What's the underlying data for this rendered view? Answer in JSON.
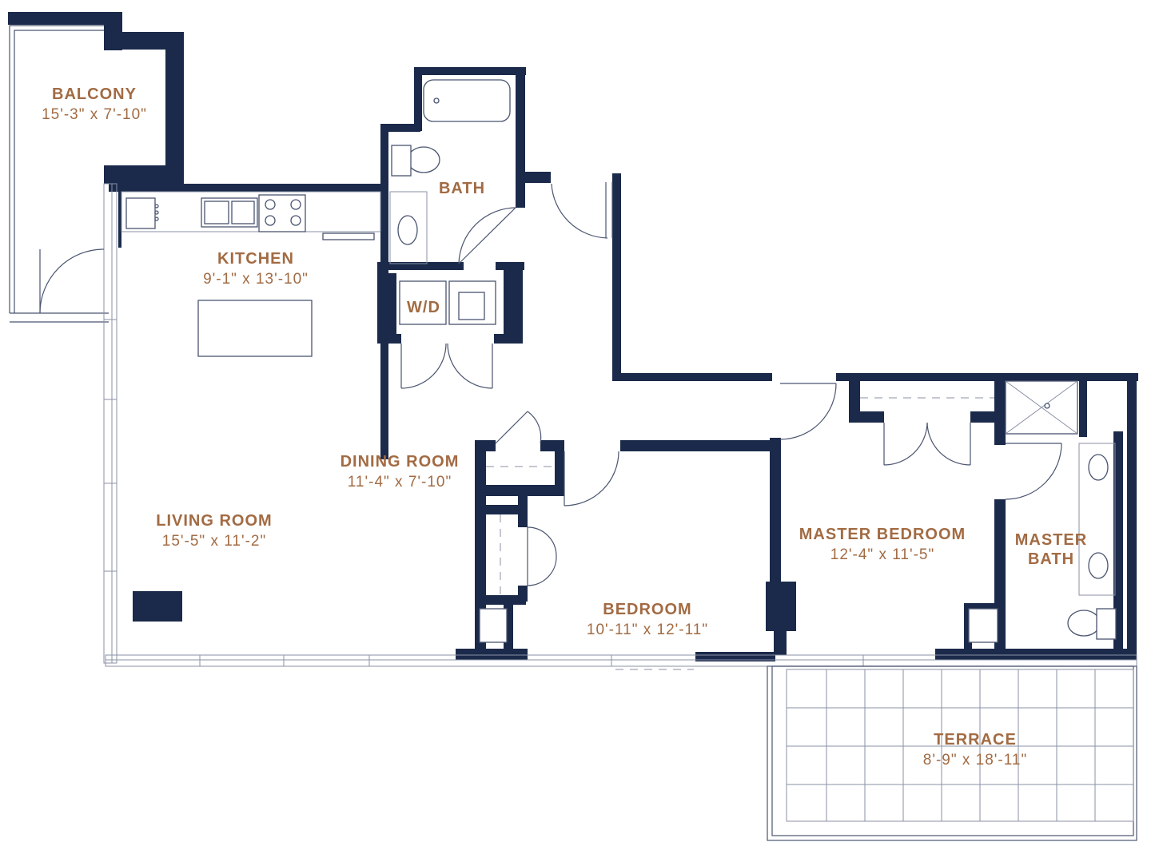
{
  "rooms": {
    "balcony": {
      "name": "BALCONY",
      "dims": "15'-3\" x 7'-10\""
    },
    "bath": {
      "name": "BATH"
    },
    "kitchen": {
      "name": "KITCHEN",
      "dims": "9'-1\" x 13'-10\""
    },
    "wd": {
      "name": "W/D"
    },
    "dining_room": {
      "name": "DINING ROOM",
      "dims": "11'-4\" x 7'-10\""
    },
    "living_room": {
      "name": "LIVING ROOM",
      "dims": "15'-5\" x 11'-2\""
    },
    "master_bedroom": {
      "name": "MASTER BEDROOM",
      "dims": "12'-4\" x 11'-5\""
    },
    "master_bath": {
      "name": "MASTER BATH"
    },
    "bedroom": {
      "name": "BEDROOM",
      "dims": "10'-11\" x 12'-11\""
    },
    "terrace": {
      "name": "TERRACE",
      "dims": "8'-9\" x 18'-11\""
    }
  },
  "colors": {
    "wall": "#1b2a4a",
    "label": "#a26b43",
    "line": "#4a5570"
  }
}
